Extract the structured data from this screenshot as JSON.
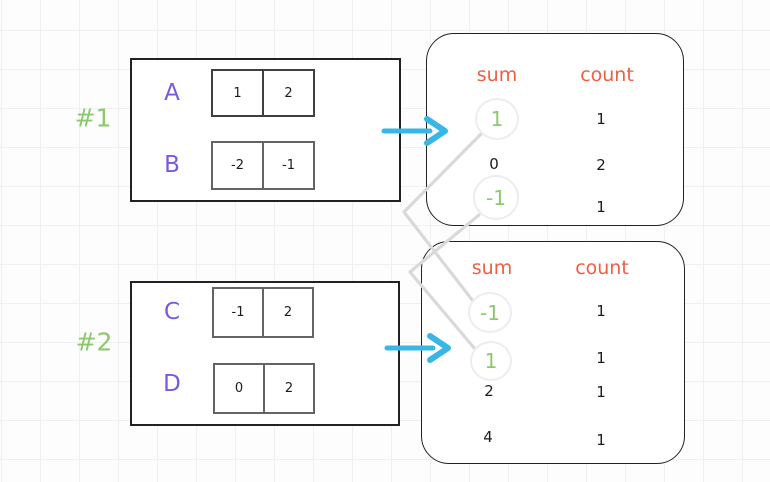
{
  "colors": {
    "label_green": "#8cc96e",
    "array_purple": "#7a58e0",
    "header_orange": "#ec5f43",
    "arrow_cyan": "#38b7e7",
    "connector_gray": "#d9d9d9",
    "number_dark": "#1c1c1c",
    "box_border": "#222222",
    "cell_border_dark": "#3f3f3f",
    "cell_border_gray": "#646464",
    "circle_border": "#ededed"
  },
  "icons": {
    "flow_arrow": "arrow-right-icon"
  },
  "examples": [
    {
      "label": "#1",
      "input": {
        "rows": [
          {
            "name": "A",
            "cells": [
              "1",
              "2"
            ]
          },
          {
            "name": "B",
            "cells": [
              "-2",
              "-1"
            ]
          }
        ]
      },
      "output": {
        "sum_header": "sum",
        "count_header": "count",
        "rows": [
          {
            "sum": "1",
            "count": "1",
            "highlighted": true
          },
          {
            "sum": "0",
            "count": "2",
            "highlighted": false
          },
          {
            "sum": "-1",
            "count": "1",
            "highlighted": true
          }
        ]
      }
    },
    {
      "label": "#2",
      "input": {
        "rows": [
          {
            "name": "C",
            "cells": [
              "-1",
              "2"
            ]
          },
          {
            "name": "D",
            "cells": [
              "0",
              "2"
            ]
          }
        ]
      },
      "output": {
        "sum_header": "sum",
        "count_header": "count",
        "rows": [
          {
            "sum": "-1",
            "count": "1",
            "highlighted": true
          },
          {
            "sum": "1",
            "count": "1",
            "highlighted": true
          },
          {
            "sum": "2",
            "count": "1",
            "highlighted": false
          },
          {
            "sum": "4",
            "count": "1",
            "highlighted": false
          }
        ]
      }
    }
  ]
}
